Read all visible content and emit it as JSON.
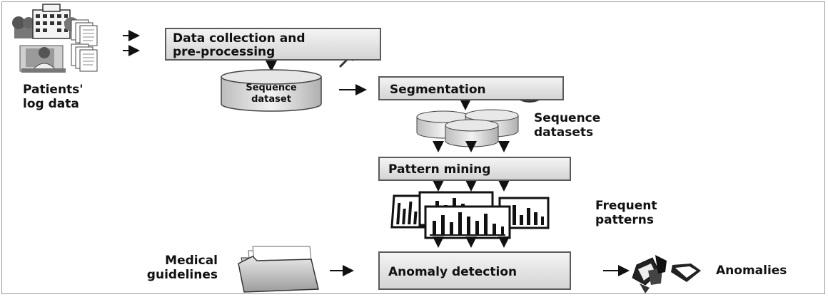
{
  "inputs": {
    "label_line1": "Patients'",
    "label_line2": "log data"
  },
  "steps": {
    "collection": {
      "line1": "Data collection and",
      "line2": "pre-processing"
    },
    "sequence_dataset": {
      "line1": "Sequence",
      "line2": "dataset"
    },
    "segmentation": "Segmentation",
    "sequence_datasets": {
      "line1": "Sequence",
      "line2": "datasets"
    },
    "pattern_mining": "Pattern mining",
    "frequent_patterns": {
      "line1": "Frequent",
      "line2": "patterns"
    },
    "medical_guidelines": {
      "line1": "Medical",
      "line2": "guidelines"
    },
    "anomaly_detection": "Anomaly detection",
    "anomalies": "Anomalies"
  },
  "icons": [
    "hospital-icon",
    "doctor-records-icon",
    "funnel-icon",
    "database-cylinder-icon",
    "pie-chart-icon",
    "database-stack-icon",
    "gear-icon",
    "pattern-chart-icon",
    "folder-icon",
    "doctor-icon",
    "gem-icon"
  ]
}
